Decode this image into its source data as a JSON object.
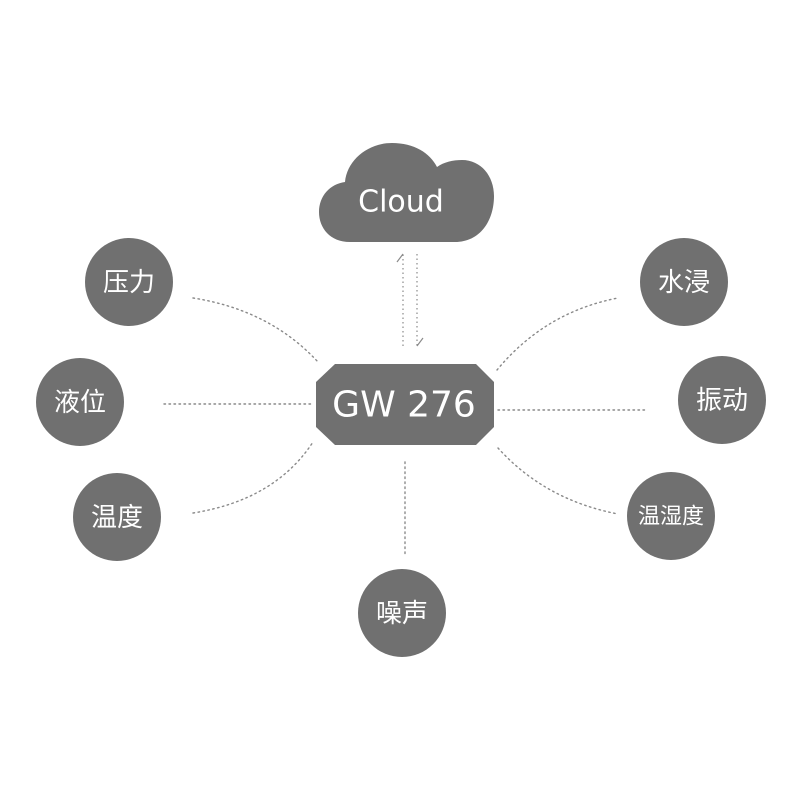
{
  "cloud": {
    "label": "Cloud"
  },
  "gateway": {
    "label": "GW 276"
  },
  "sensors": {
    "pressure": "压力",
    "liquid_level": "液位",
    "temperature": "温度",
    "noise": "噪声",
    "water_immersion": "水浸",
    "vibration": "振动",
    "temp_humidity": "温湿度"
  },
  "colors": {
    "node": "#707070",
    "link": "#8a8a8a",
    "text": "#ffffff",
    "background": "#ffffff"
  }
}
